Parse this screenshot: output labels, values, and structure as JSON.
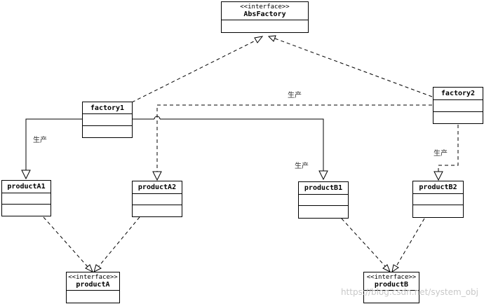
{
  "stereotype": "<<interface>>",
  "relation_label": "生产",
  "watermark": "https://blog.csdn.net/system_obj",
  "classes": {
    "absfactory": {
      "name": "AbsFactory",
      "stereotype": "<<interface>>"
    },
    "factory1": {
      "name": "factory1"
    },
    "factory2": {
      "name": "factory2"
    },
    "productA1": {
      "name": "productA1"
    },
    "productA2": {
      "name": "productA2"
    },
    "productB1": {
      "name": "productB1"
    },
    "productB2": {
      "name": "productB2"
    },
    "productA": {
      "name": "productA",
      "stereotype": "<<interface>>"
    },
    "productB": {
      "name": "productB",
      "stereotype": "<<interface>>"
    }
  },
  "labels": {
    "f2_to_a2": "生产",
    "f1_to_a1": "生产",
    "f1_to_b1": "生产",
    "f2_to_b2": "生产"
  }
}
